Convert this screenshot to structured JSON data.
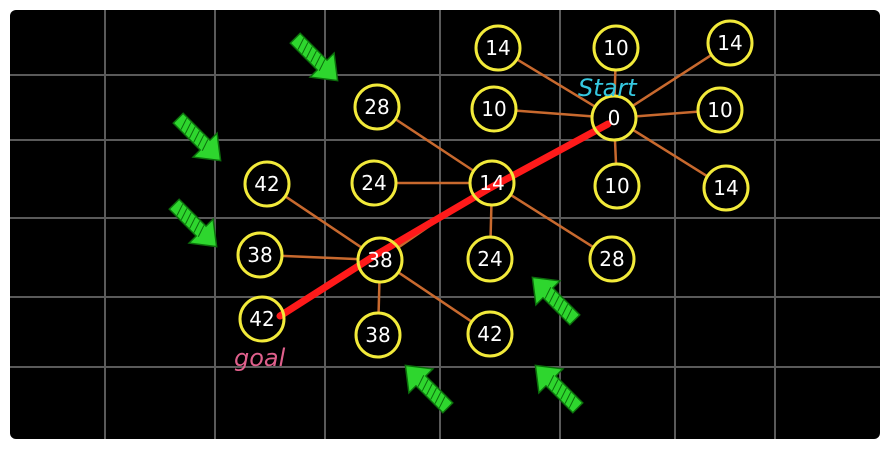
{
  "colors": {
    "background": "#000000",
    "grid": "#5a5a5a",
    "node_stroke": "#f2ea3a",
    "node_text": "#ffffff",
    "edge": "#c8692e",
    "path": "#ff1a1a",
    "arrow": "#2ed62e",
    "start_label": "#35c8e0",
    "goal_label": "#e0608c"
  },
  "labels": {
    "start": "Start",
    "goal": "goal"
  },
  "nodes": [
    {
      "id": "n1",
      "value": "14"
    },
    {
      "id": "n2",
      "value": "10"
    },
    {
      "id": "n3",
      "value": "14"
    },
    {
      "id": "n4",
      "value": "10"
    },
    {
      "id": "start",
      "value": "0"
    },
    {
      "id": "n6",
      "value": "10"
    },
    {
      "id": "n7",
      "value": "10"
    },
    {
      "id": "n8",
      "value": "14"
    },
    {
      "id": "n9",
      "value": "28"
    },
    {
      "id": "n10",
      "value": "24"
    },
    {
      "id": "n11",
      "value": "14"
    },
    {
      "id": "n12",
      "value": "42"
    },
    {
      "id": "n13",
      "value": "38"
    },
    {
      "id": "n14",
      "value": "38"
    },
    {
      "id": "n15",
      "value": "24"
    },
    {
      "id": "n16",
      "value": "28"
    },
    {
      "id": "goal",
      "value": "42"
    },
    {
      "id": "n18",
      "value": "38"
    },
    {
      "id": "n19",
      "value": "42"
    }
  ],
  "arrows": [
    {
      "id": "arrow-1",
      "icon": "arrow-down-right-icon"
    },
    {
      "id": "arrow-2",
      "icon": "arrow-down-right-icon"
    },
    {
      "id": "arrow-3",
      "icon": "arrow-down-right-icon"
    },
    {
      "id": "arrow-4",
      "icon": "arrow-up-left-icon"
    },
    {
      "id": "arrow-5",
      "icon": "arrow-up-left-icon"
    },
    {
      "id": "arrow-6",
      "icon": "arrow-up-left-icon"
    }
  ]
}
